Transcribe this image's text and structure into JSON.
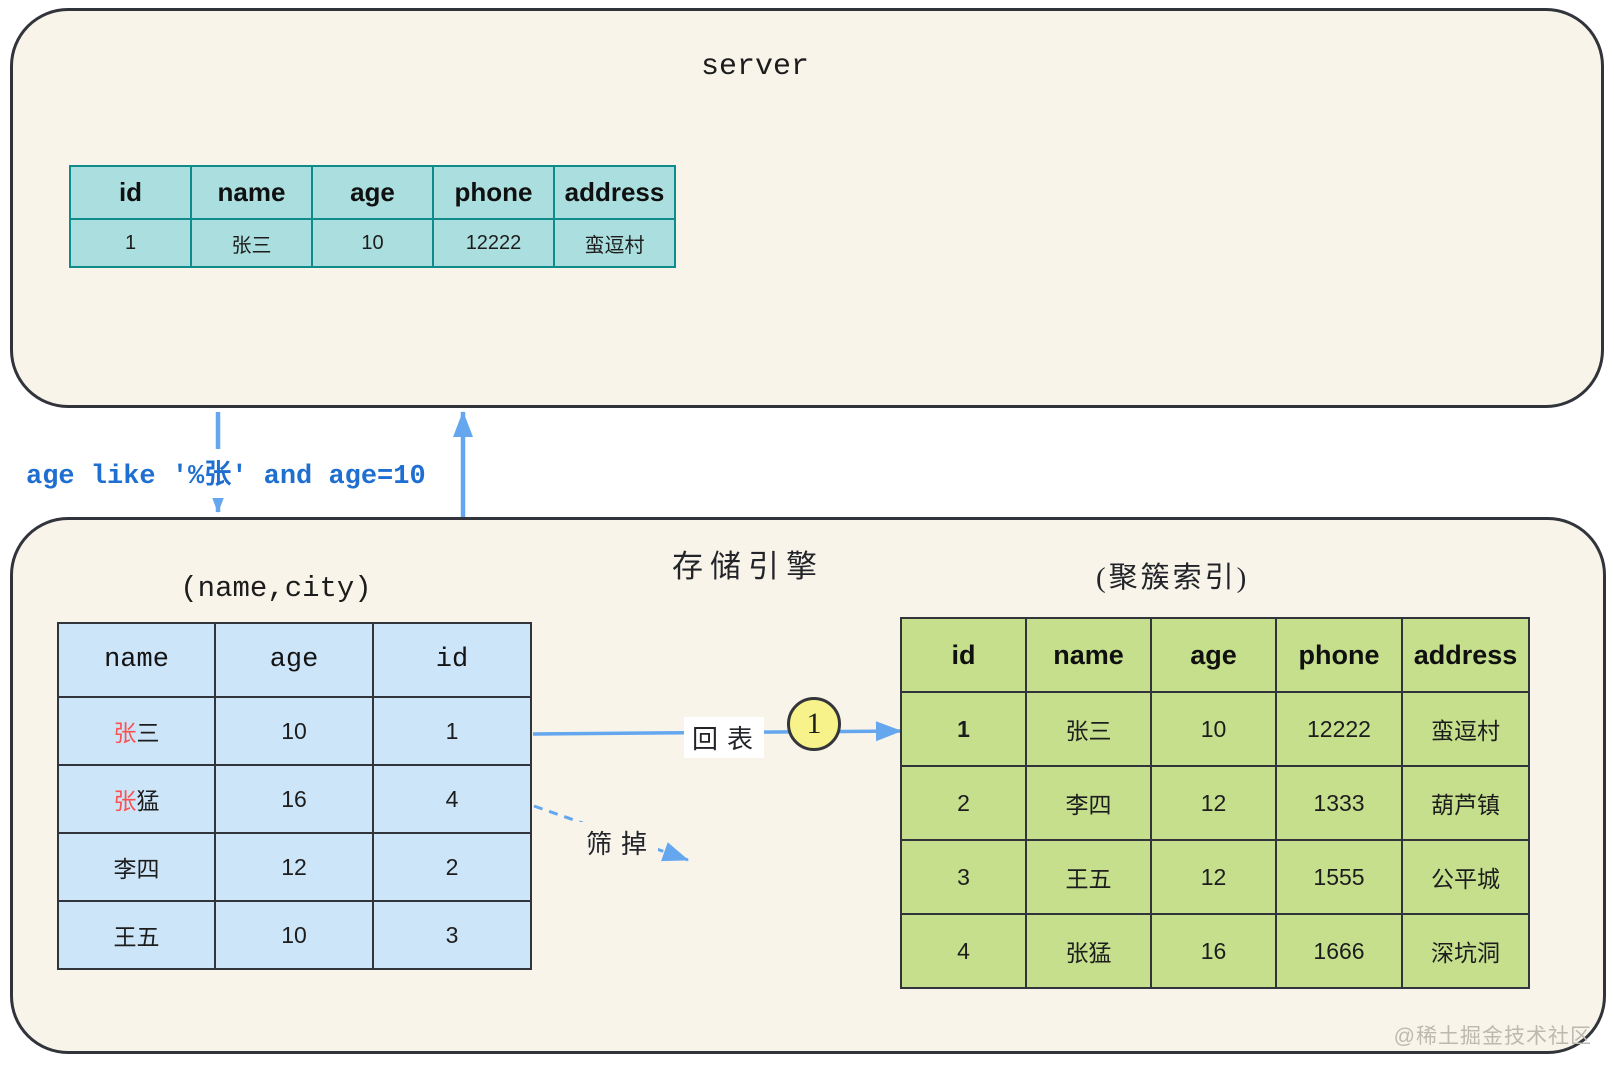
{
  "colors": {
    "box_background": "#f8f4e9",
    "box_border": "#32343c",
    "arrow_blue": "#64a7ee",
    "query_text_blue": "#1f6fd0",
    "highlight_red": "#fa5151",
    "id_link_blue": "#3b4ed8",
    "teal_cell_fill": "#abdede",
    "teal_cell_border": "#0f8b8b",
    "blue_cell_fill": "#cde5f9",
    "green_cell_fill": "#c5df8d",
    "badge_yellow": "#f7f38a",
    "watermark_gray": "#bdb9b0"
  },
  "server_box": {
    "title": "server",
    "table": {
      "headers": [
        "id",
        "name",
        "age",
        "phone",
        "address"
      ],
      "rows": [
        [
          "1",
          "张三",
          "10",
          "12222",
          "蛮逗村"
        ]
      ]
    }
  },
  "query": {
    "text": "age like '%张' and age=10"
  },
  "engine_box": {
    "title": "存储引擎",
    "secondary_index": {
      "label": "(name,city)",
      "headers": [
        "name",
        "age",
        "id"
      ],
      "rows": [
        {
          "name_hl": "张",
          "name_rest": "三",
          "age": "10",
          "id": "1"
        },
        {
          "name_hl": "张",
          "name_rest": "猛",
          "age": "16",
          "id": "4"
        },
        {
          "name_hl": "",
          "name_rest": "李四",
          "age": "12",
          "id": "2"
        },
        {
          "name_hl": "",
          "name_rest": "王五",
          "age": "10",
          "id": "3"
        }
      ]
    },
    "clustered_index": {
      "label": "(聚簇索引)",
      "headers": [
        "id",
        "name",
        "age",
        "phone",
        "address"
      ],
      "rows": [
        [
          "1",
          "张三",
          "10",
          "12222",
          "蛮逗村"
        ],
        [
          "2",
          "李四",
          "12",
          "1333",
          "葫芦镇"
        ],
        [
          "3",
          "王五",
          "12",
          "1555",
          "公平城"
        ],
        [
          "4",
          "张猛",
          "16",
          "1666",
          "深坑洞"
        ]
      ]
    },
    "back_to_table_label": "回表",
    "step_badge": "1",
    "filter_out_label": "筛掉"
  },
  "watermark": "@稀土掘金技术社区"
}
